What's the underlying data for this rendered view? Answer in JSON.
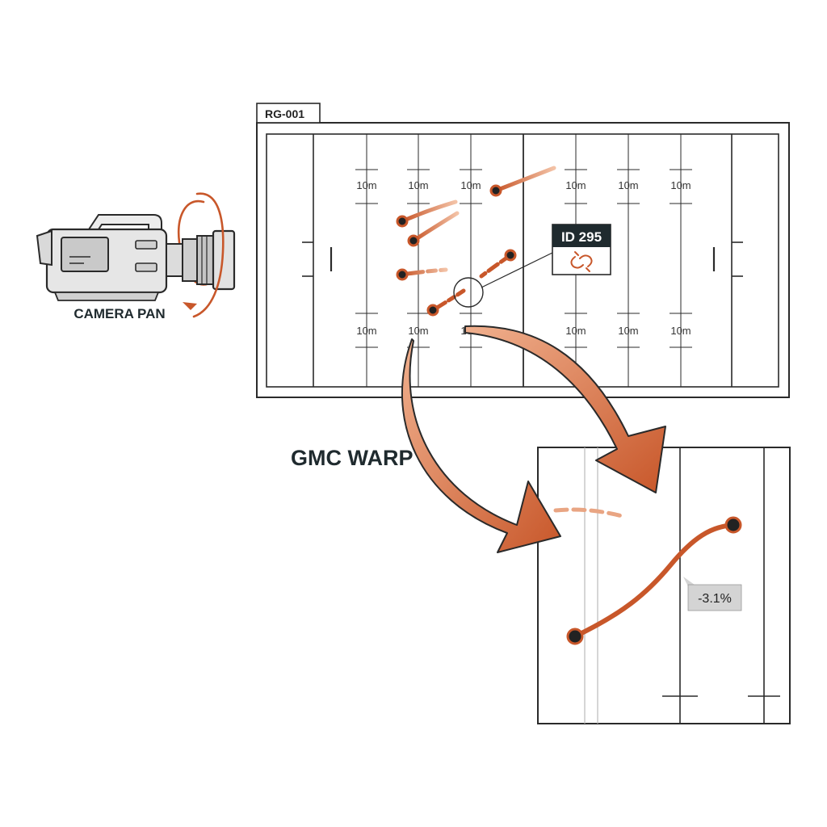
{
  "field": {
    "panel_id": "RG-001",
    "yard_labels_top": [
      "10m",
      "10m",
      "10m",
      "10m",
      "10m",
      "10m"
    ],
    "yard_labels_bottom": [
      "10m",
      "10m",
      "10m",
      "10m",
      "10m",
      "10m"
    ]
  },
  "camera": {
    "label": "CAMERA PAN"
  },
  "warp": {
    "label": "GMC WARP"
  },
  "track_tag": {
    "id_text": "ID 295",
    "icon": "broken-link-icon"
  },
  "inset": {
    "error_label": "-3.1%"
  },
  "colors": {
    "accent": "#c8572a",
    "track_trail": "#e08a5f",
    "dot_fill": "#222222",
    "tag_header": "#1f2a2e",
    "line": "#2a2a2a",
    "error_bg": "#d4d4d4"
  }
}
